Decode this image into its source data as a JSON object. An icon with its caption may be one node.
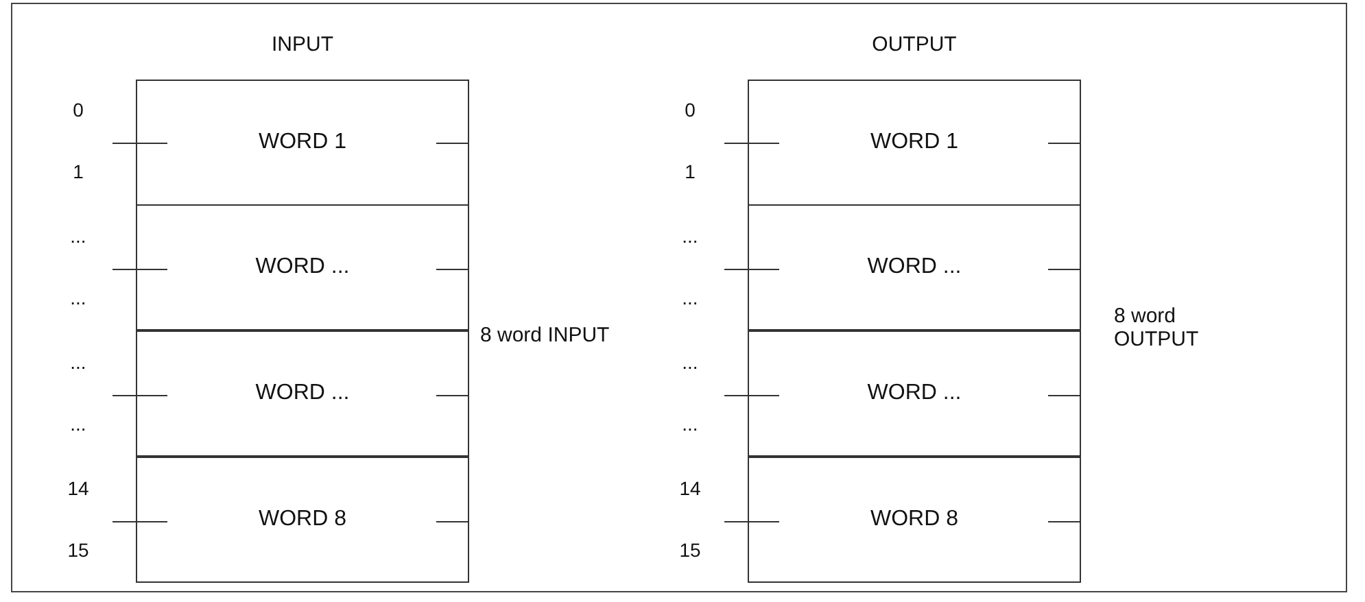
{
  "diagram": {
    "nodes": [
      {
        "text": [
          "INPUT"
        ],
        "beside": [
          "8 word INPUT"
        ]
      },
      {
        "text": [
          "WORD 1"
        ],
        "in": 0
      },
      {
        "text": [
          "WORD ..."
        ],
        "in": 0
      },
      {
        "text": [
          "WORD ..."
        ],
        "in": 0
      },
      {
        "text": [
          "WORD 8"
        ],
        "in": 0
      },
      {
        "text": [
          "OUTPUT"
        ],
        "beside": [
          "8 word OUTPUT"
        ]
      },
      {
        "text": [
          "WORD 1"
        ],
        "in": 5
      },
      {
        "text": [
          "WORD ..."
        ],
        "in": 5
      },
      {
        "text": [
          "WORD ..."
        ],
        "in": 5
      },
      {
        "text": [
          "WORD 8"
        ],
        "in": 5
      }
    ],
    "edges": [],
    "labels": [
      "0",
      "1",
      "...",
      "...",
      "...",
      "...",
      "14",
      "15",
      "0",
      "1",
      "...",
      "...",
      "...",
      "...",
      "14",
      "15"
    ]
  }
}
